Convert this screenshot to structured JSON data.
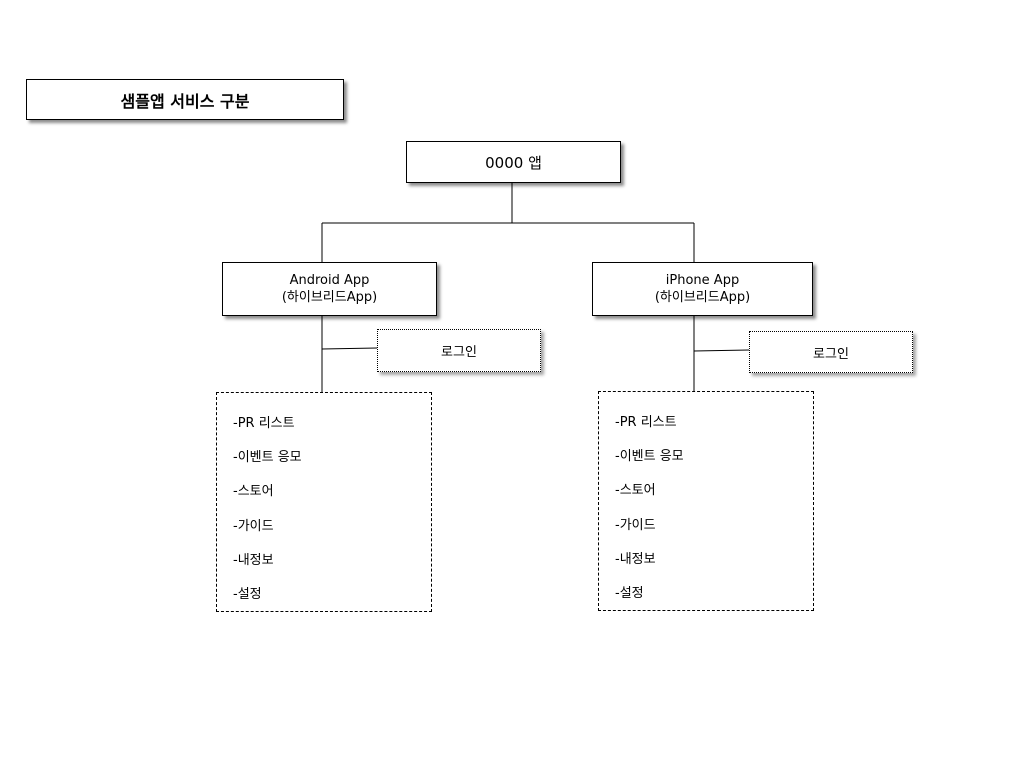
{
  "diagram": {
    "title": "샘플앱 서비스 구분",
    "root": "0000 앱",
    "android": {
      "line1": "Android App",
      "line2": "(하이브리드App)",
      "login": "로그인",
      "menu": [
        "-PR 리스트",
        "-이벤트 응모",
        "-스토어",
        "-가이드",
        "-내정보",
        "-설정"
      ]
    },
    "iphone": {
      "line1": "iPhone App",
      "line2": "(하이브리드App)",
      "login": "로그인",
      "menu": [
        "-PR 리스트",
        "-이벤트 응모",
        "-스토어",
        "-가이드",
        "-내정보",
        "-설정"
      ]
    }
  }
}
